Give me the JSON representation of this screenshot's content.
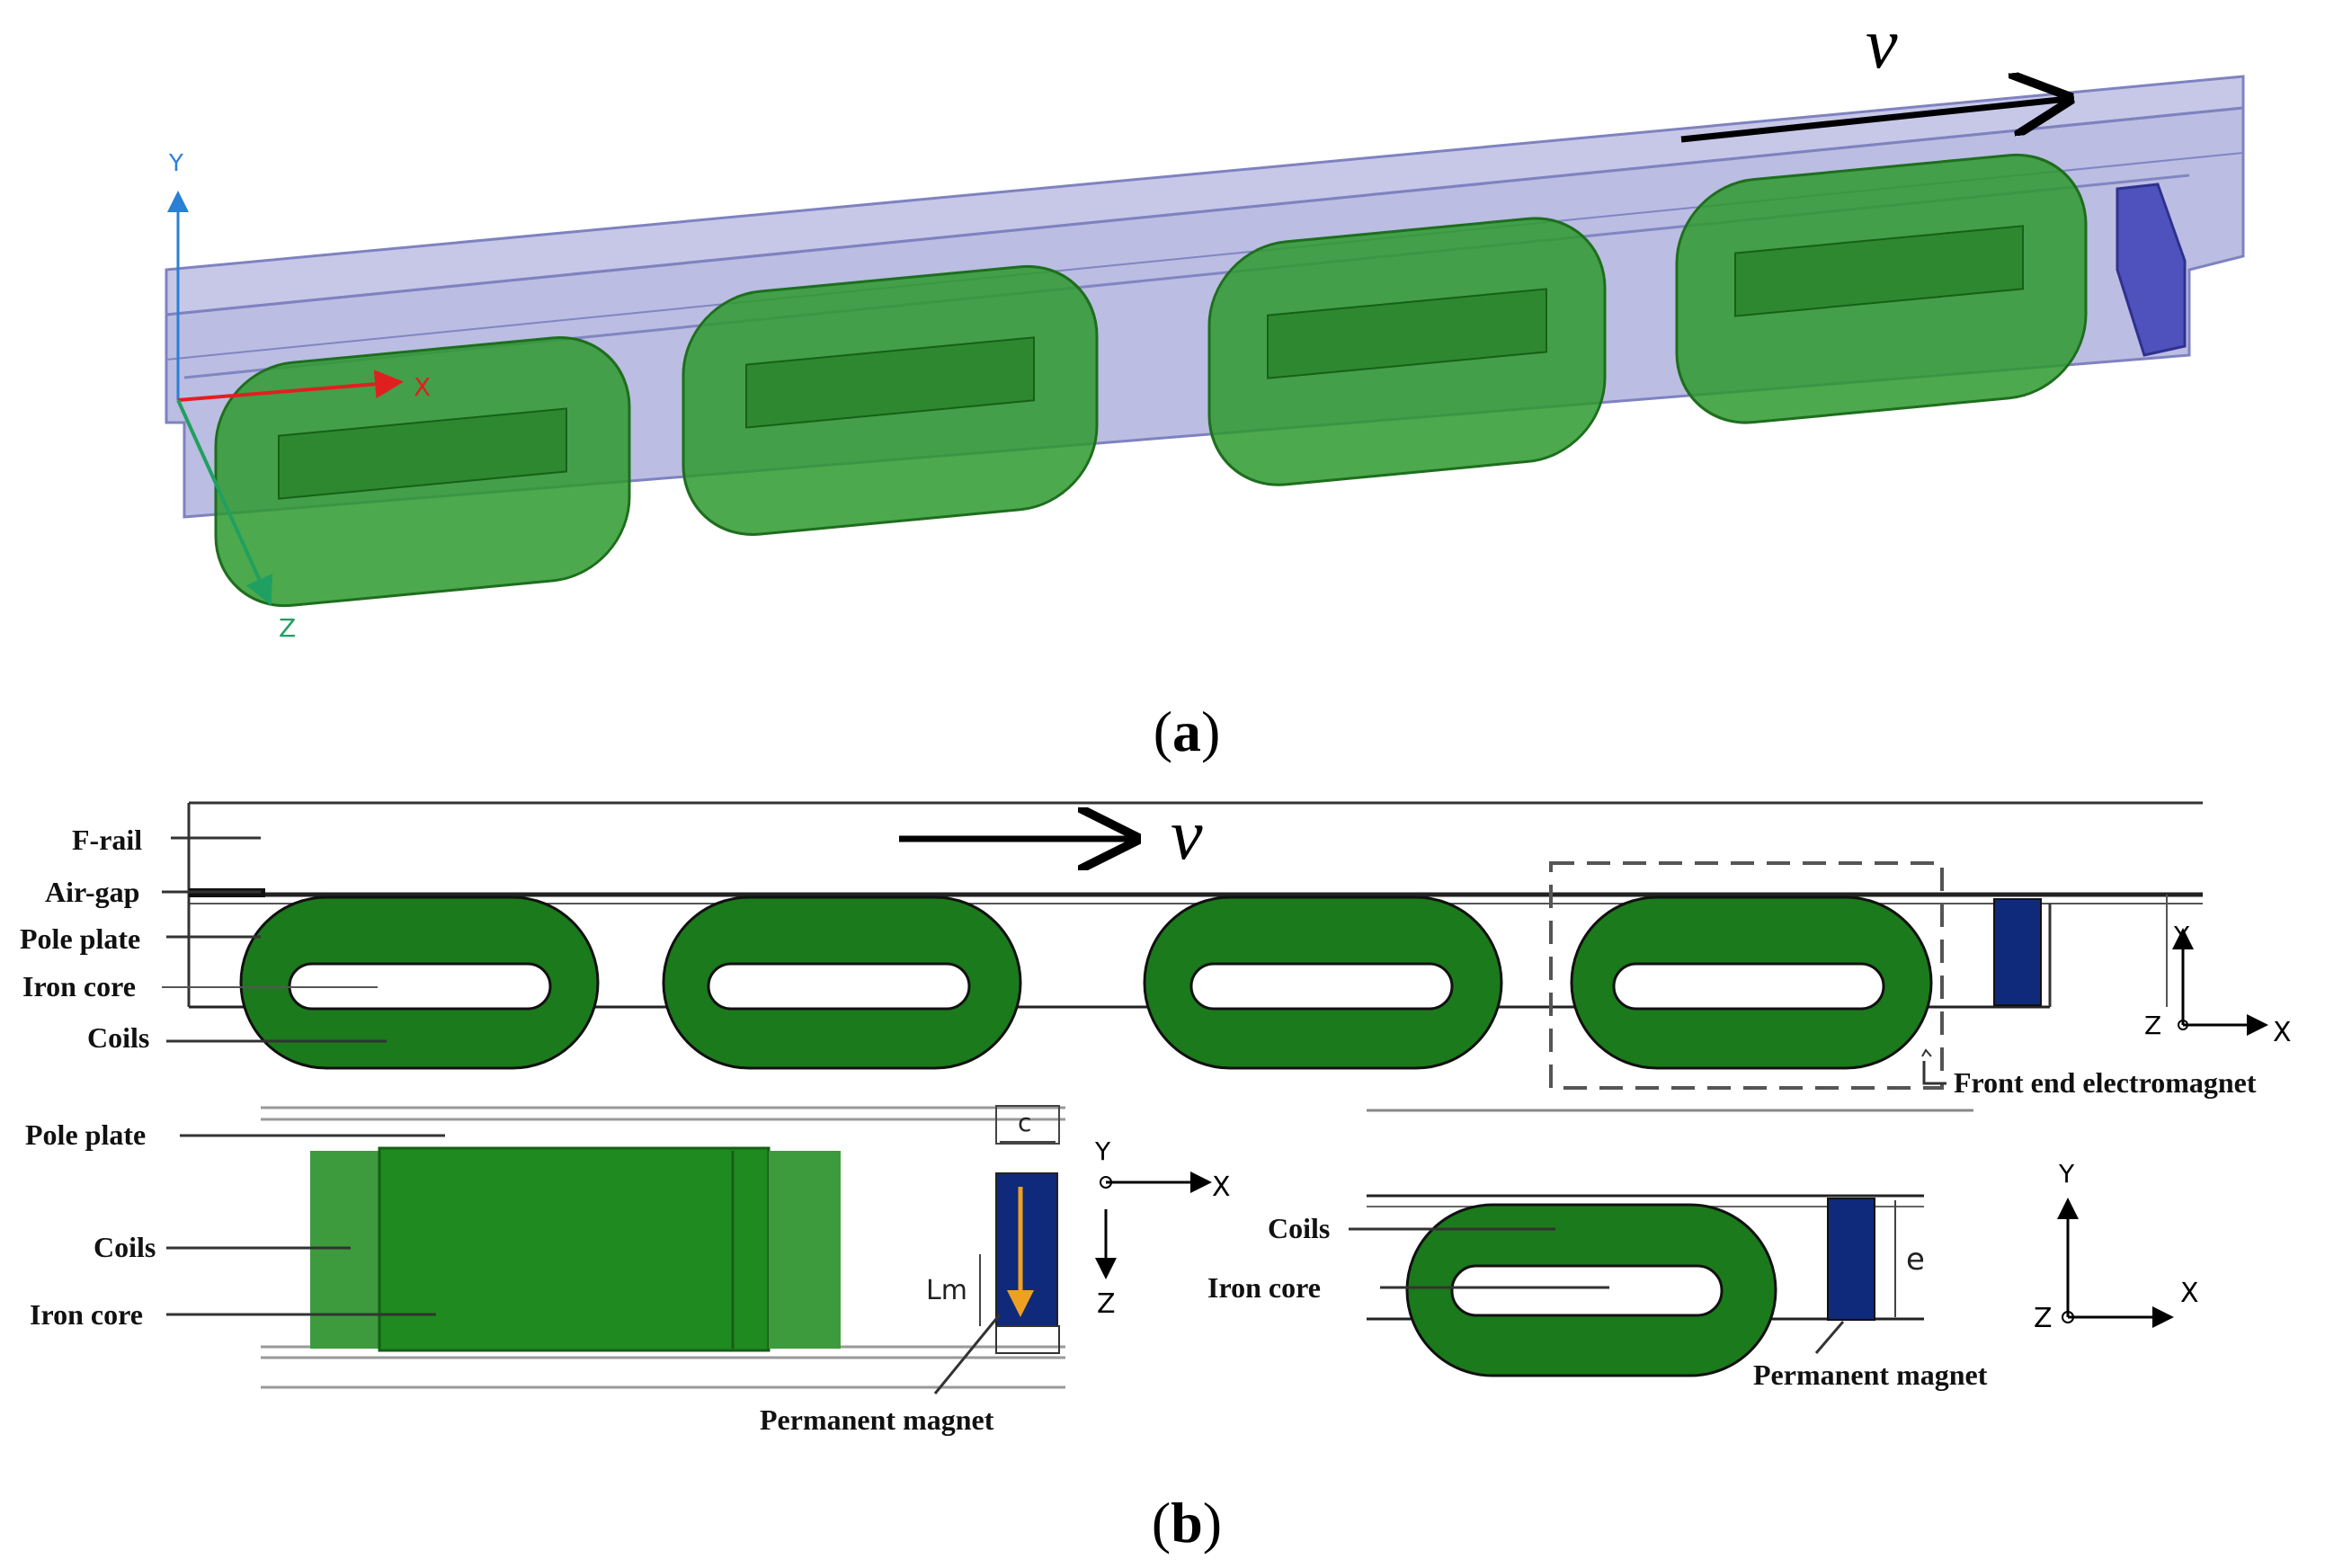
{
  "panel_a": {
    "caption": "(a)",
    "caption_prefix": "(",
    "caption_letter": "a",
    "caption_suffix": ")",
    "velocity_label": "v",
    "axes": {
      "y": "Y",
      "x": "X",
      "z": "Z"
    },
    "colors": {
      "rail": "#9a9ccf",
      "coil": "#2e9a2e",
      "magnet": "#3b3ba8",
      "x_axis": "#e02020",
      "y_axis": "#2a7fd6",
      "z_axis": "#20a060"
    }
  },
  "panel_b": {
    "caption_prefix": "(",
    "caption_letter": "b",
    "caption_suffix": ")",
    "velocity_label": "v",
    "labels": {
      "f_rail": "F-rail",
      "air_gap": "Air-gap",
      "pole_plate": "Pole plate",
      "iron_core": "Iron core",
      "coils": "Coils",
      "front_end": "Front end electromagnet"
    },
    "axes_top": {
      "y": "Y",
      "z": "Z",
      "x": "X"
    },
    "side_view": {
      "pole_plate": "Pole plate",
      "coils": "Coils",
      "iron_core": "Iron core",
      "dim_c": "c",
      "dim_lm": "Lm",
      "permanent_magnet": "Permanent magnet",
      "axes": {
        "y": "Y",
        "x": "X",
        "z": "Z"
      }
    },
    "front_view": {
      "coils": "Coils",
      "iron_core": "Iron core",
      "dim_e": "e",
      "permanent_magnet": "Permanent magnet",
      "axes": {
        "y": "Y",
        "z": "Z",
        "x": "X"
      }
    },
    "colors": {
      "coil": "#1b7a1b",
      "magnet": "#0f2a7a",
      "arrow": "#f0a020"
    }
  }
}
